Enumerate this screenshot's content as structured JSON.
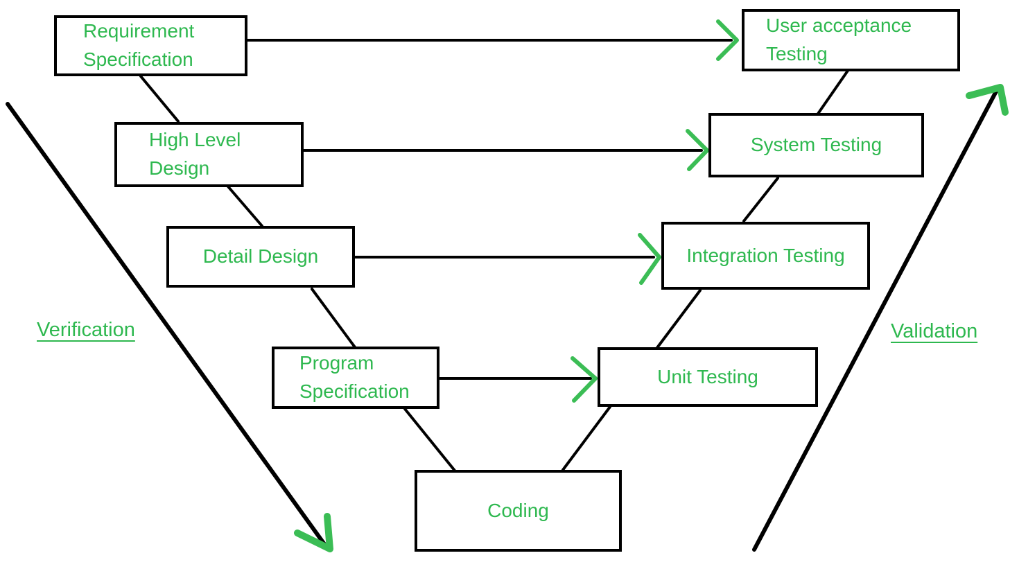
{
  "colors": {
    "text_green": "#2eb84f",
    "arrow_green": "#3bbd55",
    "line_black": "#000000",
    "background": "#ffffff"
  },
  "left_column": {
    "side_label": "Verification",
    "boxes": [
      {
        "id": "requirement-specification",
        "label": "Requirement\nSpecification"
      },
      {
        "id": "high-level-design",
        "label": "High Level\nDesign"
      },
      {
        "id": "detail-design",
        "label": "Detail Design"
      },
      {
        "id": "program-specification",
        "label": "Program\nSpecification"
      }
    ]
  },
  "bottom": {
    "box": {
      "id": "coding",
      "label": "Coding"
    }
  },
  "right_column": {
    "side_label": "Validation",
    "boxes": [
      {
        "id": "unit-testing",
        "label": "Unit Testing"
      },
      {
        "id": "integration-testing",
        "label": "Integration Testing"
      },
      {
        "id": "system-testing",
        "label": "System Testing"
      },
      {
        "id": "user-acceptance-testing",
        "label": "User acceptance\nTesting"
      }
    ]
  }
}
